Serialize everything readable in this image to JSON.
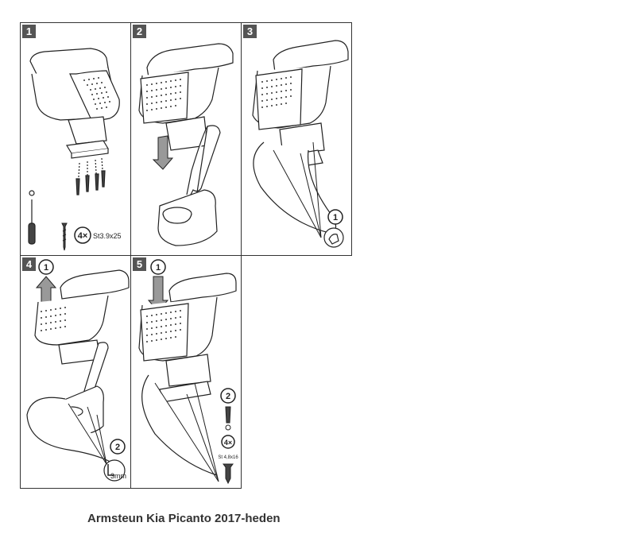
{
  "panels": [
    {
      "number": "1",
      "qty": "4×",
      "screw_spec": "St3.9x25"
    },
    {
      "number": "2"
    },
    {
      "number": "3",
      "callouts": [
        "1"
      ]
    },
    {
      "number": "4",
      "callouts": [
        "1",
        "2"
      ],
      "tool_label": "3mm"
    },
    {
      "number": "5",
      "callouts": [
        "1",
        "2"
      ],
      "qty": "4×",
      "screw_spec": "St 4,8x16"
    }
  ],
  "caption": "Armsteun Kia Picanto 2017-heden"
}
